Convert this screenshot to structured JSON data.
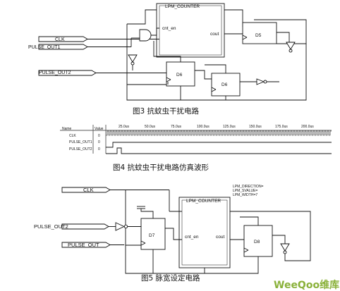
{
  "fig3": {
    "caption": "图3 抗蚊虫干扰电路",
    "counter_title": "LPM_COUNTER",
    "counter_in": "cnt_en",
    "counter_out": "cout",
    "pins": [
      "CLK",
      "PULSE_OUT1",
      "PULSE_OUT2"
    ],
    "dff_d5": "D5",
    "dff_d6_a": "D6",
    "dff_d6_b": "D6"
  },
  "fig4": {
    "caption": "图4 抗蚊虫干扰电路仿真波形",
    "header_name": "Name",
    "header_value": "Value",
    "time_ticks": [
      "25.0us",
      "50.0us",
      "75.0us",
      "100.0us",
      "125.0us",
      "150.0us",
      "175.0us",
      "200.0us"
    ],
    "signals": [
      {
        "name": "CLK",
        "value": "0"
      },
      {
        "name": "PULSE_OUT1",
        "value": "0"
      },
      {
        "name": "PULSE_OUT2",
        "value": "0"
      }
    ]
  },
  "fig5": {
    "caption": "图5 脉宽设定电路",
    "counter_title": "LPM_COUNTER",
    "counter_in": "cnt_en",
    "counter_out": "cout",
    "pins": [
      "CLK",
      "PULSE_OUT2",
      "PULSE_OUT"
    ],
    "param_lines": [
      "LPM_DIRECTION=",
      "LPM_SVALUE=",
      "LPM_WIDTH=7"
    ],
    "dff_d7": "D7",
    "dff_d8": "D8"
  },
  "watermark": "WeeQoo维库"
}
